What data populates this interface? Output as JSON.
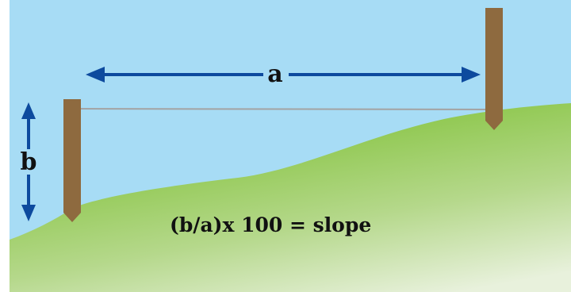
{
  "diagram": {
    "label_a": "a",
    "label_b": "b",
    "formula": "(b/a)x 100 = slope"
  },
  "colors": {
    "sky": "#a7dcf5",
    "grass_top": "#86c441",
    "grass_bottom": "#e8f1dc",
    "stake": "#8e6a3f",
    "arrow": "#0d4a9e",
    "string": "#a3a3a3"
  },
  "icons": {
    "stake_left": "wooden-stake",
    "stake_right": "wooden-stake",
    "arrow_a": "double-headed-arrow",
    "arrow_b": "double-headed-arrow"
  }
}
